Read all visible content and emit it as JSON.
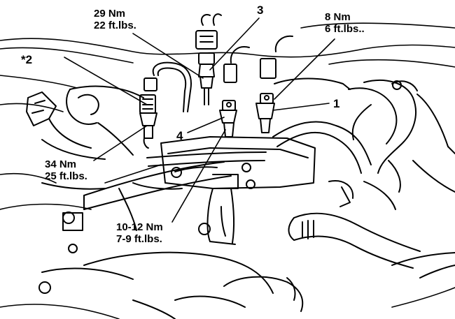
{
  "labels": {
    "part1": "1",
    "part2": "*2",
    "part3": "3",
    "part4": "4"
  },
  "torques": {
    "t29": {
      "metric": "29 Nm",
      "imperial": "22 ft.lbs."
    },
    "t8": {
      "metric": "8 Nm",
      "imperial": "6 ft.lbs.."
    },
    "t34": {
      "metric": "34 Nm",
      "imperial": "25 ft.lbs."
    },
    "t10": {
      "metric": "10-12 Nm",
      "imperial": "7-9 ft.lbs."
    }
  },
  "colors": {
    "ink": "#000000",
    "paper": "#ffffff"
  }
}
